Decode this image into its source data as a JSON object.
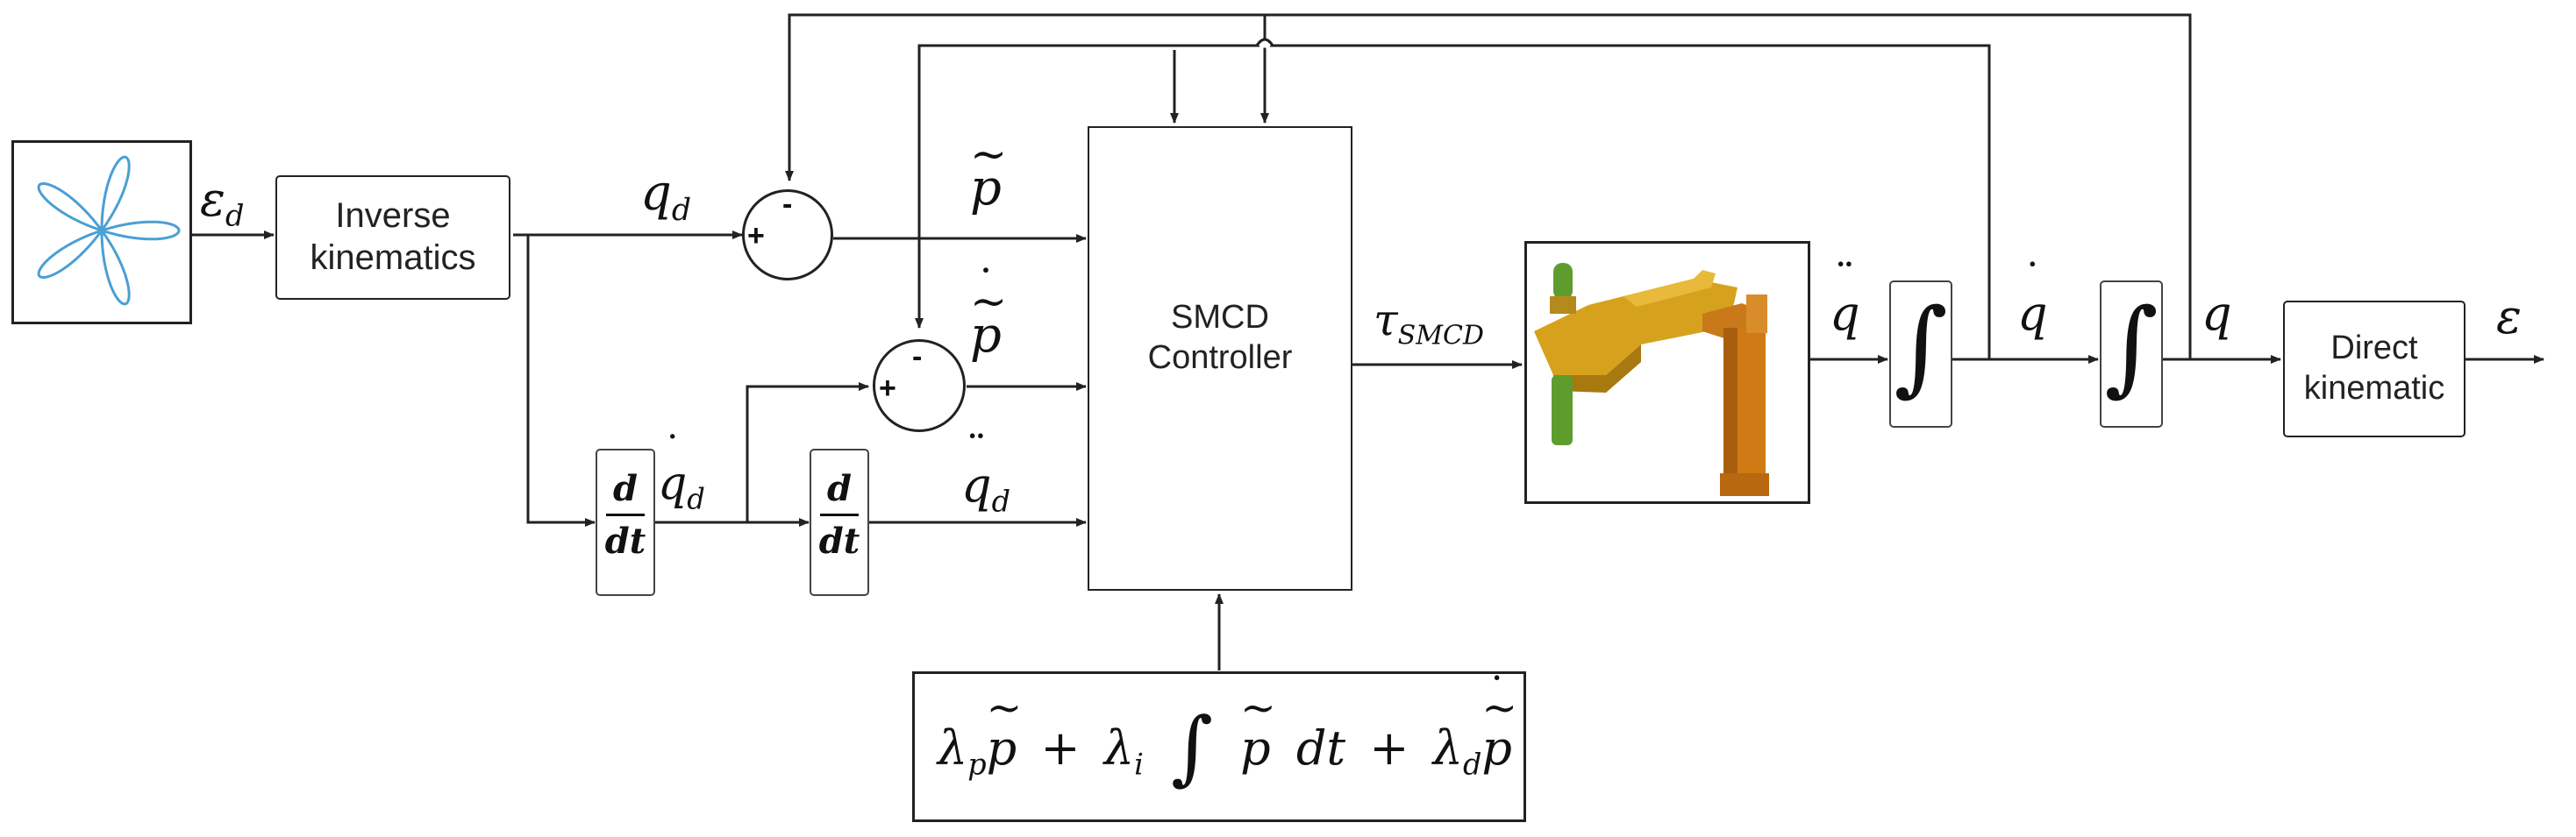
{
  "blocks": {
    "inverse_kinematics": {
      "line1": "Inverse",
      "line2": "kinematics"
    },
    "smcd_controller": {
      "line1": "SMCD",
      "line2": "Controller"
    },
    "direct_kinematic": {
      "line1": "Direct",
      "line2": "kinematic"
    },
    "derivative": {
      "numerator": "d",
      "denominator": "dt"
    },
    "integrator": {
      "symbol": "∫"
    }
  },
  "signals": {
    "epsilon_d": {
      "base": "ε",
      "sub": "d"
    },
    "q_d": {
      "base": "q",
      "sub": "d"
    },
    "p_tilde": {
      "base": "p",
      "mark": "~"
    },
    "p_tilde_dot": {
      "base": "p",
      "mark": "~",
      "mark2": "˙"
    },
    "q_d_dot": {
      "base": "q",
      "mark": "˙",
      "sub": "d"
    },
    "q_d_ddot": {
      "base": "q",
      "mark": "¨",
      "sub": "d"
    },
    "tau": {
      "base": "τ",
      "sub": "SMCD"
    },
    "q_ddot": {
      "base": "q",
      "mark": "¨"
    },
    "q_dot": {
      "base": "q",
      "mark": "˙"
    },
    "q": {
      "base": "q"
    },
    "epsilon": {
      "base": "ε"
    }
  },
  "summing_signs": {
    "plus": "+",
    "minus": "-"
  },
  "sliding_surface": {
    "lambda": "λ",
    "sub_p": "p",
    "sub_i": "i",
    "sub_d": "d",
    "p": "p",
    "plus": "+",
    "integral": "∫",
    "dt": "dt",
    "tilde": "~",
    "dot": "˙"
  },
  "colors": {
    "line": "#222222",
    "trajectory": "#4a9fd4",
    "robot_gold": "#d6a21e",
    "robot_orange": "#cf7a14",
    "gripper_green": "#5f9c2e"
  }
}
